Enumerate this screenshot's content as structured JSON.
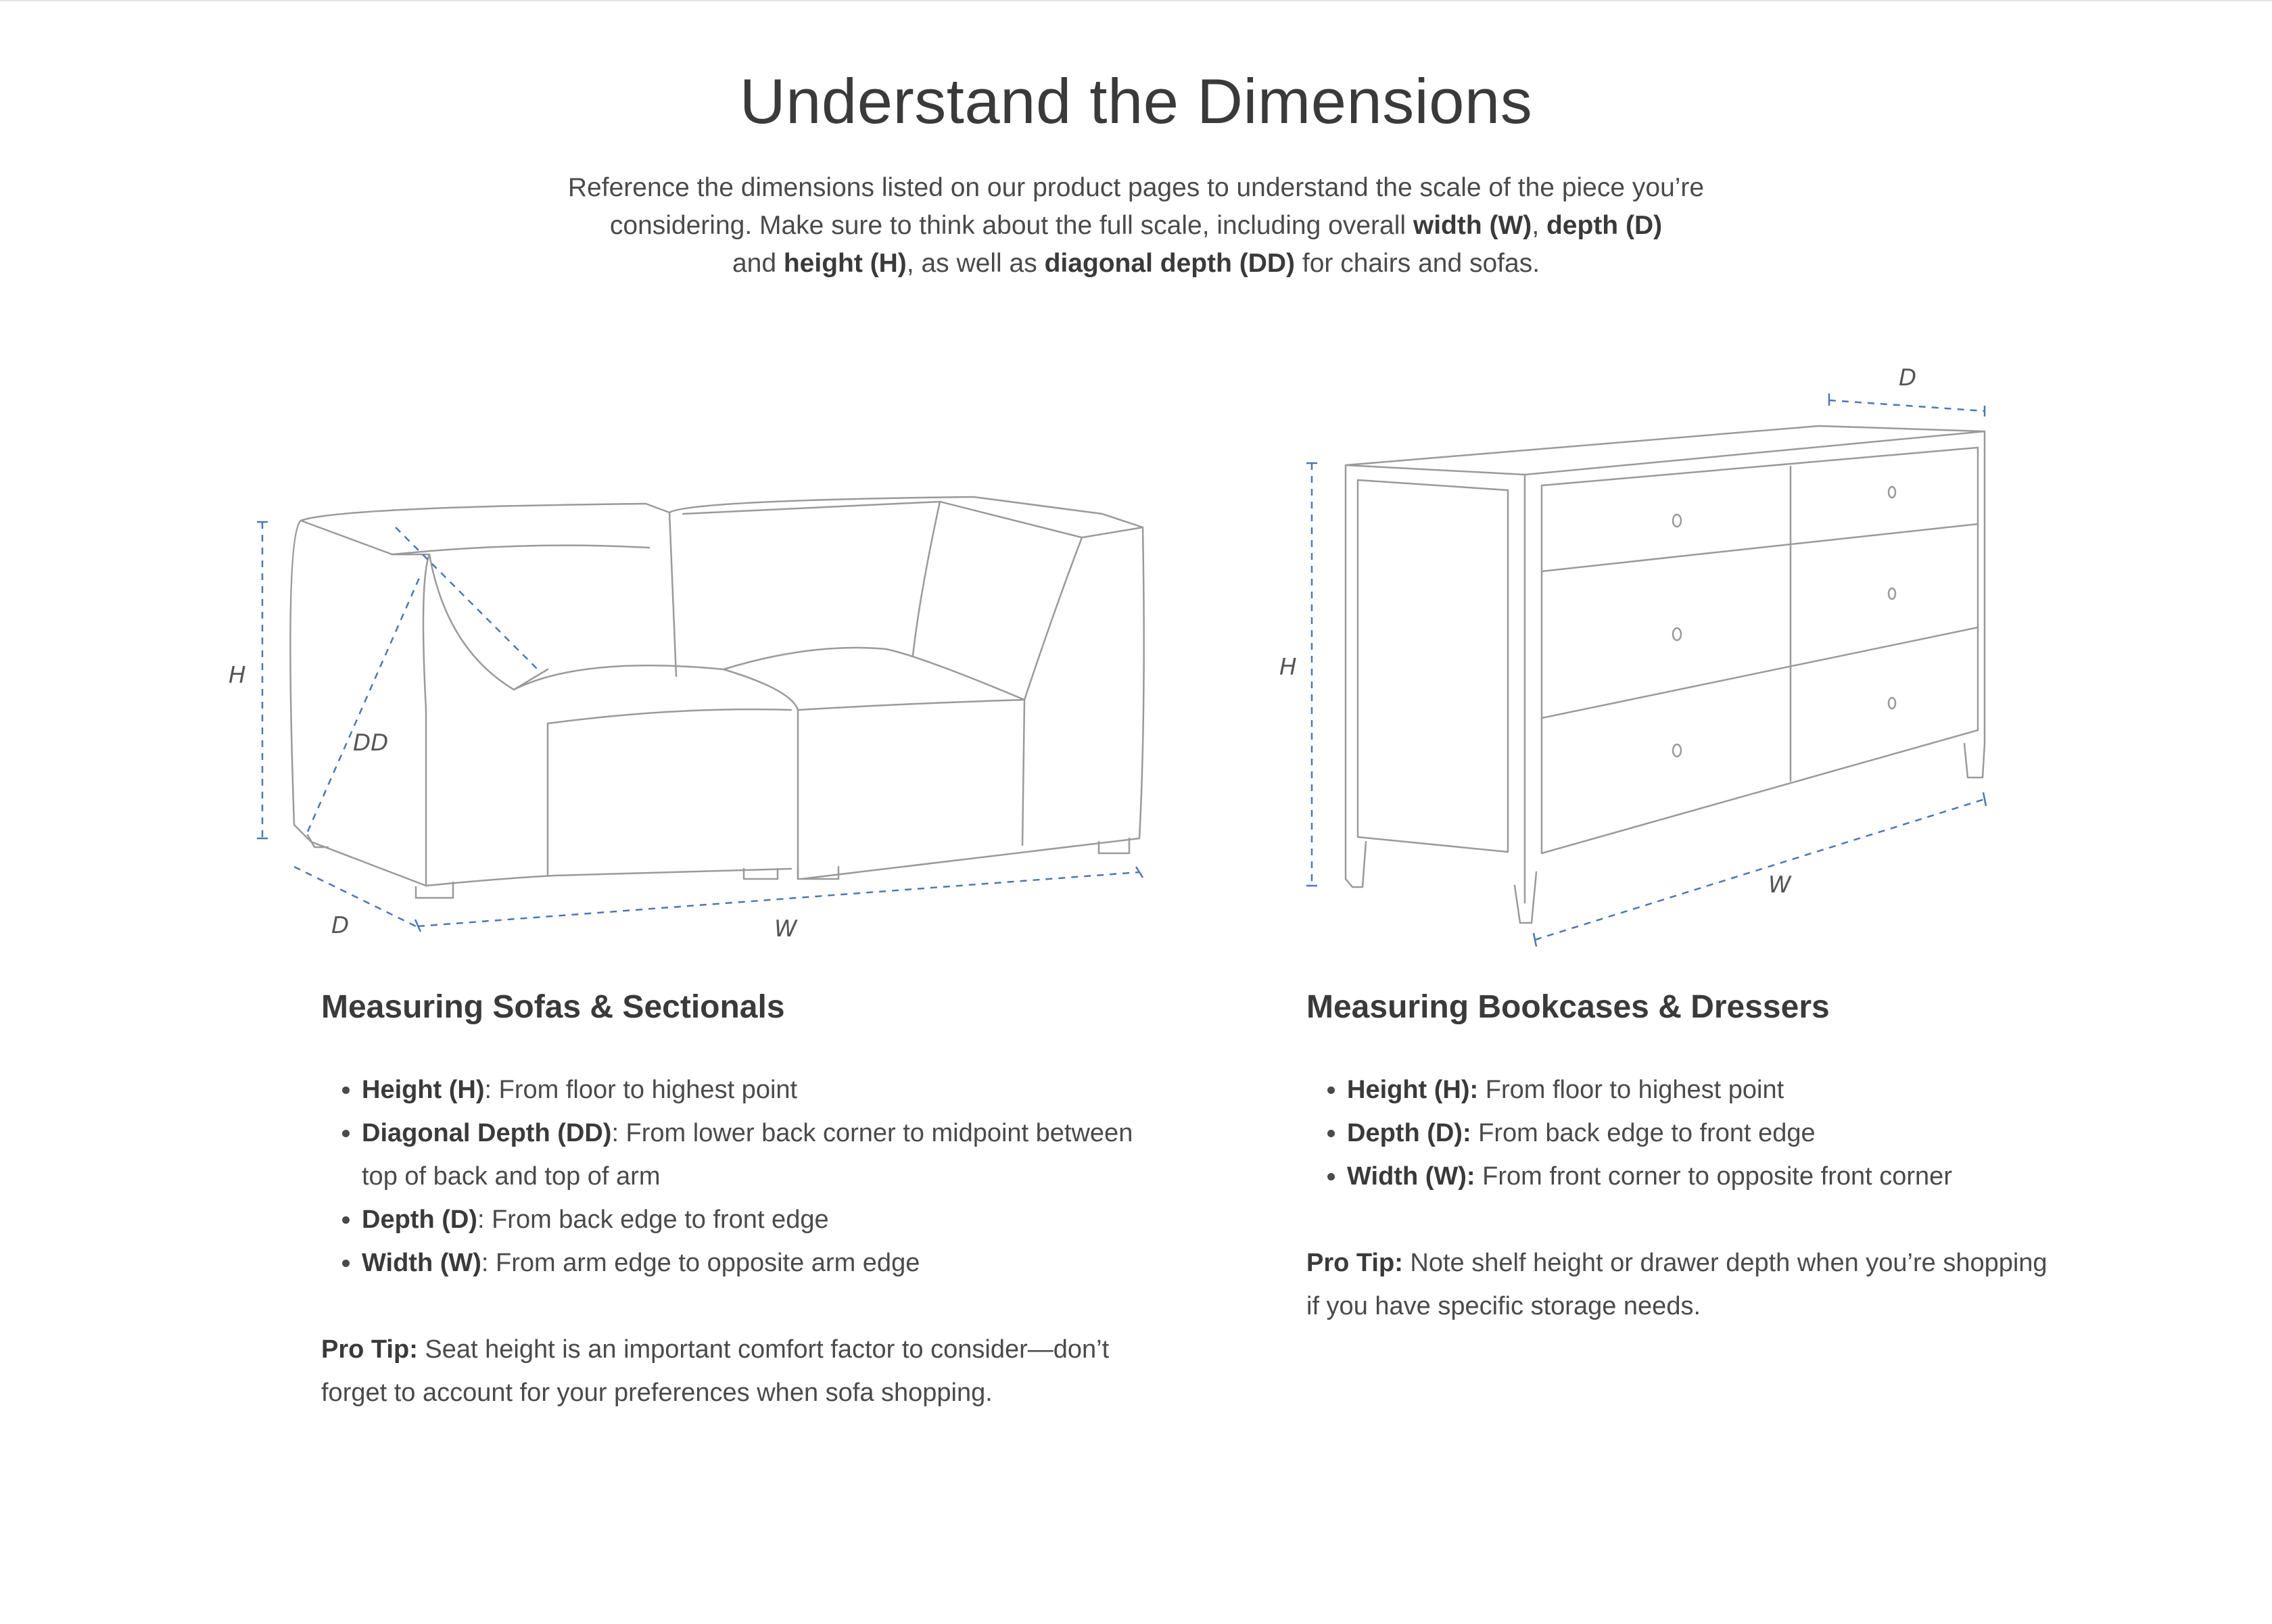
{
  "header": {
    "title": "Understand the Dimensions",
    "intro": {
      "p1": "Reference the dimensions listed on our product pages to understand the scale of the piece you’re considering. Make sure to think about the full scale, including overall ",
      "b1": "width (W)",
      "p2": ", ",
      "b2": "depth (D)",
      "p3": " and ",
      "b3": "height (H)",
      "p4": ", as well as ",
      "b4": "diagonal depth (DD)",
      "p5": " for chairs and sofas."
    }
  },
  "sofa_diagram": {
    "labels": {
      "h": "H",
      "dd": "DD",
      "d": "D",
      "w": "W"
    }
  },
  "dresser_diagram": {
    "labels": {
      "d": "D",
      "h": "H",
      "w": "W"
    }
  },
  "sofas": {
    "heading": "Measuring Sofas & Sectionals",
    "items": [
      {
        "term": "Height (H)",
        "desc": ": From floor to highest point"
      },
      {
        "term": "Diagonal Depth (DD)",
        "desc": ": From lower back corner to midpoint between top of back and top of arm"
      },
      {
        "term": "Depth (D)",
        "desc": ": From back edge to front edge"
      },
      {
        "term": "Width (W)",
        "desc": ": From arm edge to opposite arm edge"
      }
    ],
    "tip_label": "Pro Tip:",
    "tip_text": " Seat height is an important comfort factor to consider—don’t forget to account for your preferences when sofa shopping."
  },
  "dressers": {
    "heading": "Measuring Bookcases & Dressers",
    "items": [
      {
        "term": "Height (H):",
        "desc": " From floor to highest point"
      },
      {
        "term": "Depth (D):",
        "desc": " From back edge to front edge"
      },
      {
        "term": "Width (W):",
        "desc": " From front corner to opposite front corner"
      }
    ],
    "tip_label": "Pro Tip:",
    "tip_text": " Note shelf height or drawer depth when you’re shopping if you have specific storage needs."
  },
  "colors": {
    "text": "#3d3d3d",
    "line_art": "#9a9a9a",
    "dimension_line": "#4a78b5"
  }
}
